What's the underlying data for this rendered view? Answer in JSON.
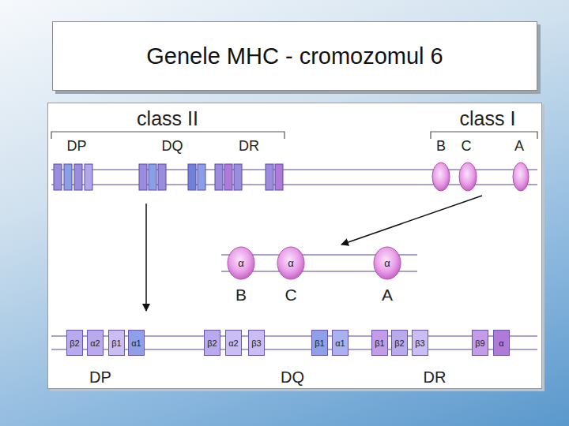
{
  "diagram": {
    "title": "Genele MHC - cromozomul 6",
    "nodes": [
      {
        "text": [
          "α"
        ]
      },
      {
        "text": [
          "α"
        ]
      },
      {
        "text": [
          "α"
        ]
      },
      {
        "text": [
          "β2"
        ]
      },
      {
        "text": [
          "α2"
        ]
      },
      {
        "text": [
          "β1"
        ]
      },
      {
        "text": [
          "α1"
        ]
      },
      {
        "text": [
          "β2"
        ]
      },
      {
        "text": [
          "α2"
        ]
      },
      {
        "text": [
          "β3"
        ]
      },
      {
        "text": [
          "β1"
        ]
      },
      {
        "text": [
          "α1"
        ]
      },
      {
        "text": [
          "β1"
        ]
      },
      {
        "text": [
          "β2"
        ]
      },
      {
        "text": [
          "β3"
        ]
      },
      {
        "text": [
          "β9"
        ]
      },
      {
        "text": [
          "α"
        ]
      }
    ],
    "labels": [
      "class II",
      "class I",
      "DP",
      "DQ",
      "DR",
      "B",
      "C",
      "A",
      "B",
      "C",
      "A",
      "DP",
      "DQ",
      "DR"
    ]
  }
}
